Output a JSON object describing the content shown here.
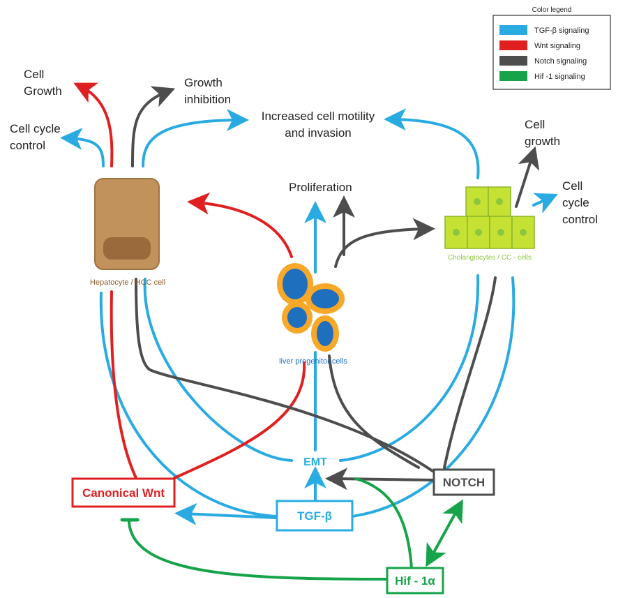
{
  "colors": {
    "tgf": "#29abe2",
    "wnt": "#e02020",
    "notch": "#4d4d4d",
    "hif": "#16a34a",
    "hepatocyte": "#c1925c",
    "hepatocyte_border": "#a07342",
    "progenitor_outer": "#f7a829",
    "progenitor_nucleus": "#1f6fbf",
    "cholangiocyte": "#c5e234",
    "cholangiocyte_border": "#8cb52a",
    "cholangiocyte_text": "#8cc63f",
    "hepatocyte_text": "#8b5a2b",
    "progenitor_text": "#1f6fbf"
  },
  "legend": {
    "title": "Color legend",
    "items": [
      {
        "label": "TGF-β  signaling",
        "color": "#29abe2"
      },
      {
        "label": "Wnt signaling",
        "color": "#e02020"
      },
      {
        "label": "Notch signaling",
        "color": "#4d4d4d"
      },
      {
        "label": "Hif -1 signaling",
        "color": "#16a34a"
      }
    ]
  },
  "outcomes": {
    "cell_growth_left": [
      "Cell",
      "Growth"
    ],
    "growth_inhibition": [
      "Growth",
      "inhibition"
    ],
    "cell_cycle_left": [
      "Cell cycle",
      "control"
    ],
    "motility": [
      "Increased cell motility",
      "and invasion"
    ],
    "cell_growth_right": [
      "Cell",
      "growth"
    ],
    "cell_cycle_right": [
      "Cell",
      "cycle",
      "control"
    ],
    "proliferation": "Proliferation"
  },
  "cells": {
    "hepatocyte": "Hepatocyte / HCC cell",
    "progenitor": "liver progenitor cells",
    "cholangiocyte": "Cholangiocytes / CC - cells"
  },
  "nodes": {
    "emt": "EMT",
    "canonical_wnt": "Canonical Wnt",
    "tgf_beta": "TGF-β",
    "notch": "NOTCH",
    "hif": "Hif - 1α"
  }
}
